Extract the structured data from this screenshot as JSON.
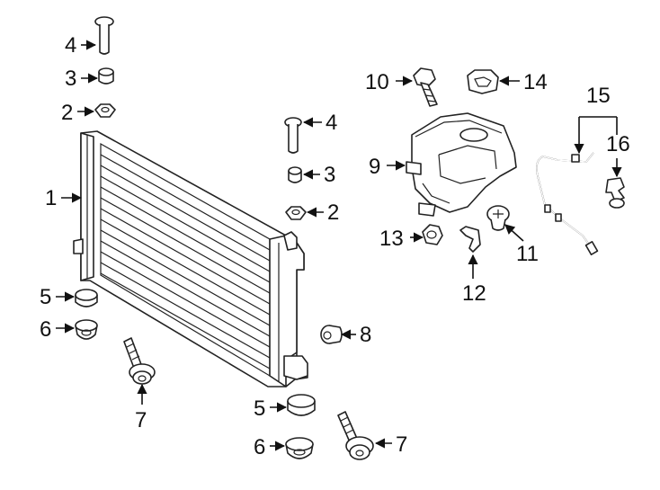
{
  "diagram": {
    "callouts": [
      {
        "id": "c1",
        "label": "1"
      },
      {
        "id": "c2a",
        "label": "2"
      },
      {
        "id": "c2b",
        "label": "2"
      },
      {
        "id": "c3a",
        "label": "3"
      },
      {
        "id": "c3b",
        "label": "3"
      },
      {
        "id": "c4a",
        "label": "4"
      },
      {
        "id": "c4b",
        "label": "4"
      },
      {
        "id": "c5a",
        "label": "5"
      },
      {
        "id": "c5b",
        "label": "5"
      },
      {
        "id": "c6a",
        "label": "6"
      },
      {
        "id": "c6b",
        "label": "6"
      },
      {
        "id": "c7a",
        "label": "7"
      },
      {
        "id": "c7b",
        "label": "7"
      },
      {
        "id": "c8",
        "label": "8"
      },
      {
        "id": "c9",
        "label": "9"
      },
      {
        "id": "c10",
        "label": "10"
      },
      {
        "id": "c11",
        "label": "11"
      },
      {
        "id": "c12",
        "label": "12"
      },
      {
        "id": "c13",
        "label": "13"
      },
      {
        "id": "c14",
        "label": "14"
      },
      {
        "id": "c15",
        "label": "15"
      },
      {
        "id": "c16",
        "label": "16"
      }
    ],
    "parts": [
      {
        "id": "radiator",
        "icon": "radiator-icon"
      },
      {
        "id": "nut",
        "icon": "nut-icon"
      },
      {
        "id": "bushing",
        "icon": "bushing-icon"
      },
      {
        "id": "pin",
        "icon": "pin-icon"
      },
      {
        "id": "upper-mount",
        "icon": "mount-cushion-icon"
      },
      {
        "id": "lower-mount",
        "icon": "mount-cushion-icon"
      },
      {
        "id": "bolt",
        "icon": "bolt-icon"
      },
      {
        "id": "grommet",
        "icon": "grommet-icon"
      },
      {
        "id": "reservoir",
        "icon": "coolant-reservoir-icon"
      },
      {
        "id": "reservoir-bolt",
        "icon": "bolt-icon"
      },
      {
        "id": "clip",
        "icon": "push-clip-icon"
      },
      {
        "id": "bracket",
        "icon": "bracket-icon"
      },
      {
        "id": "reservoir-nut",
        "icon": "nut-icon"
      },
      {
        "id": "cap",
        "icon": "reservoir-cap-icon"
      },
      {
        "id": "hose",
        "icon": "hose-icon"
      },
      {
        "id": "hose-clamp",
        "icon": "clamp-icon"
      }
    ],
    "colors": {
      "line": "#222222",
      "background": "#ffffff"
    }
  }
}
